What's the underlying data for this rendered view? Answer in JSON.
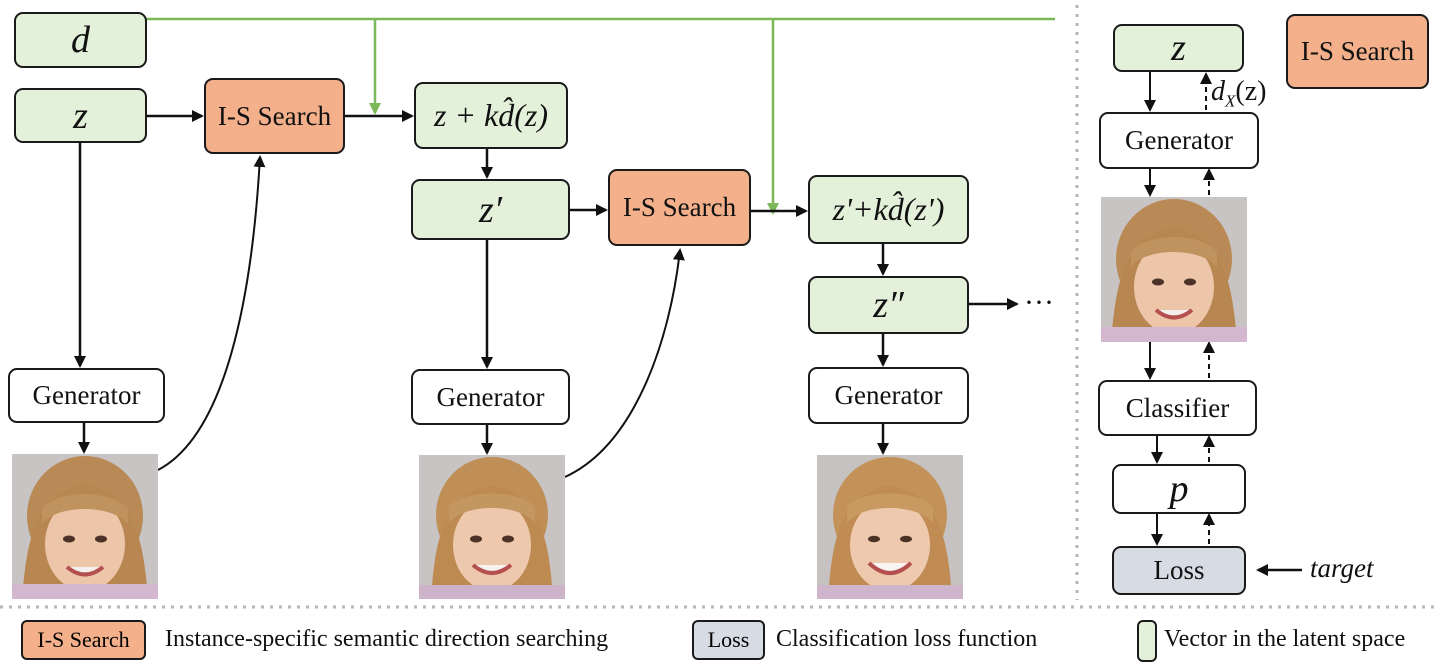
{
  "labels": {
    "d": "d",
    "z": "z",
    "is_search": "I-S Search",
    "z_plus": "z + kd̂(z)",
    "z_prime": "z′",
    "z_prime_plus": "z'+kd̂(z')",
    "z_double_prime": "z″",
    "generator": "Generator",
    "ellipsis": "···",
    "right_z": "z",
    "right_is_search": "I-S Search",
    "right_generator": "Generator",
    "classifier": "Classifier",
    "p": "p",
    "loss": "Loss",
    "target": "target",
    "dx_main": "d",
    "dx_sub": "X",
    "dx_arg": "(z)"
  },
  "legend": {
    "is_search_label": "I-S Search",
    "is_search_desc": "Instance-specific semantic direction searching",
    "loss_label": "Loss",
    "loss_desc": "Classification loss function",
    "vector_desc": "Vector in the latent space"
  },
  "colors": {
    "green": "#e3f1da",
    "orange": "#f3b08a",
    "gray": "#d7dce4",
    "green_line": "#7ab85a",
    "divider": "#b5b5b5"
  }
}
